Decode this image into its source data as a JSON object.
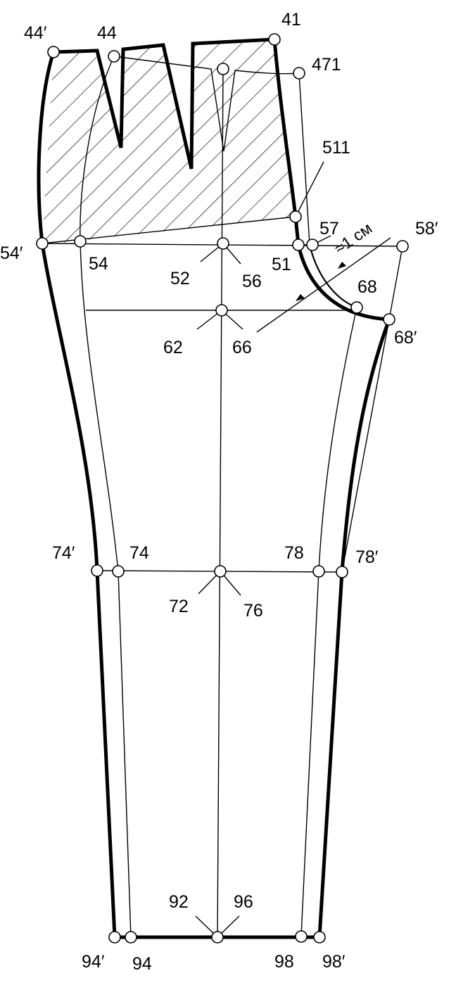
{
  "points": {
    "p41": "41",
    "p44": "44",
    "p44p": "44′",
    "p471": "471",
    "p511": "511",
    "p54p": "54′",
    "p54": "54",
    "p57": "57",
    "p58p": "58′",
    "p52": "52",
    "p56": "56",
    "p51": "51",
    "p68": "68",
    "p62": "62",
    "p66": "66",
    "p68p": "68′",
    "p74p": "74′",
    "p74": "74",
    "p78": "78",
    "p78p": "78′",
    "p72": "72",
    "p76": "76",
    "p92": "92",
    "p96": "96",
    "p94p": "94′",
    "p94": "94",
    "p98": "98",
    "p98p": "98′"
  },
  "annotation": "≈1 см"
}
